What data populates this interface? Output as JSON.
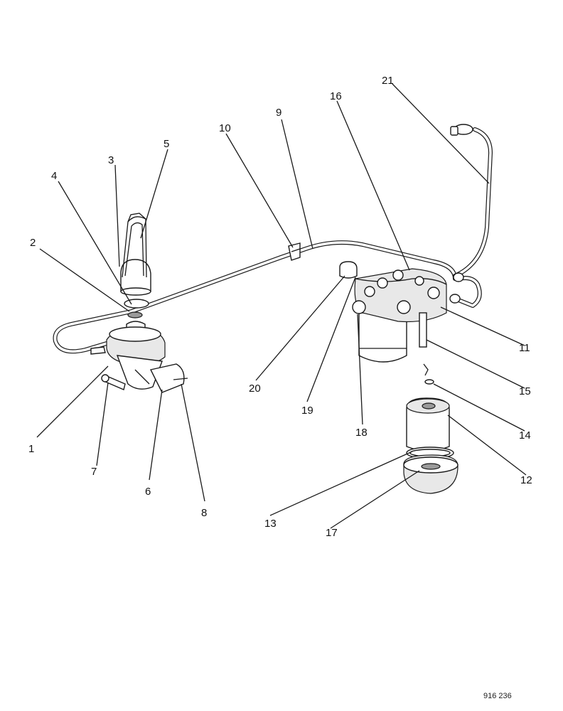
{
  "diagram": {
    "callouts": [
      "1",
      "2",
      "3",
      "4",
      "5",
      "6",
      "7",
      "8",
      "9",
      "10",
      "11",
      "12",
      "13",
      "14",
      "15",
      "16",
      "17",
      "18",
      "19",
      "20",
      "21"
    ],
    "figure_number": "916 236"
  }
}
